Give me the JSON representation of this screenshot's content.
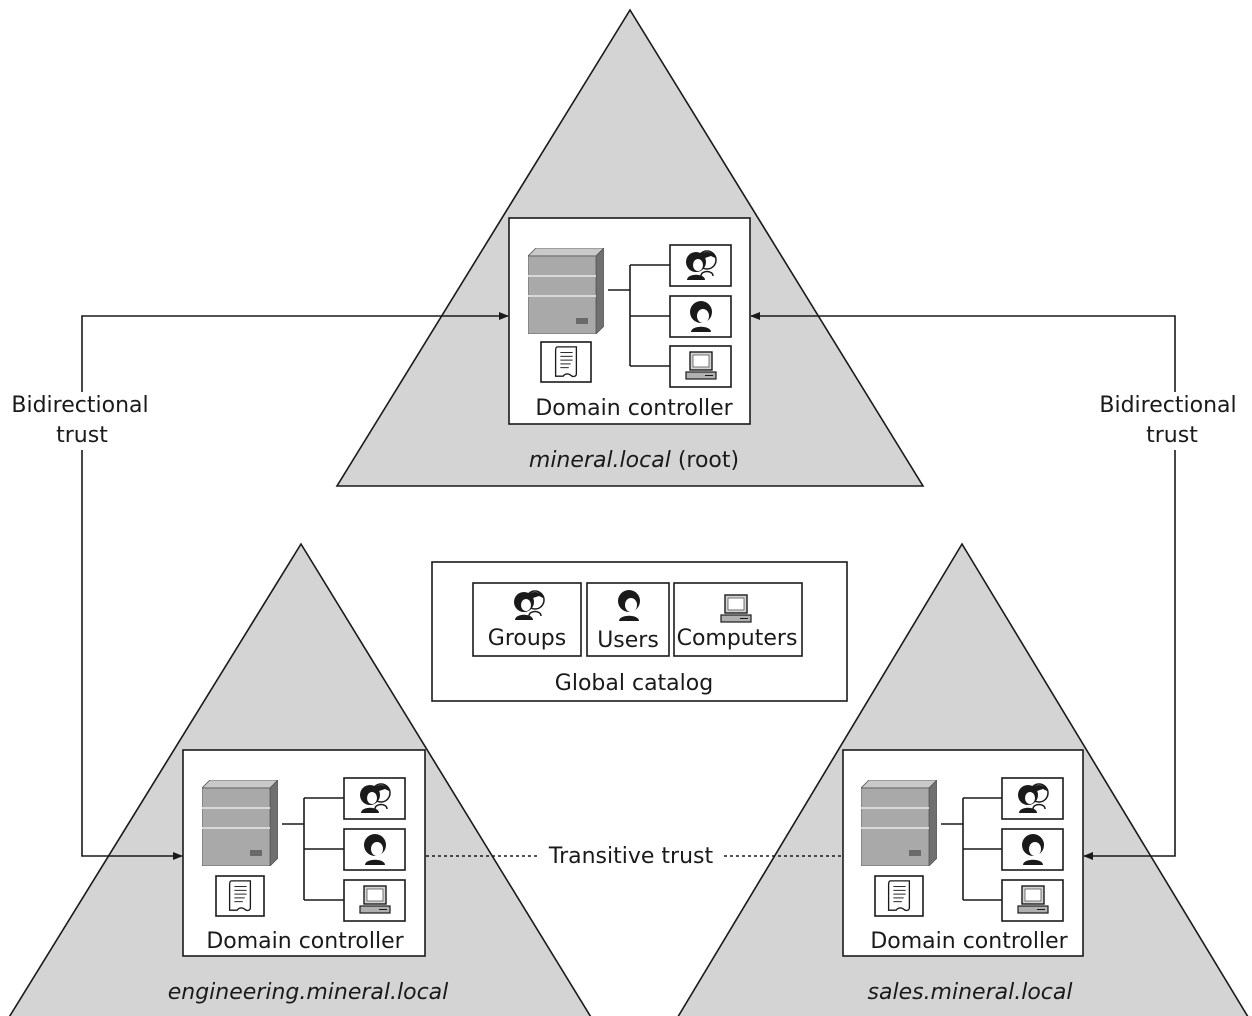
{
  "domains": {
    "root": {
      "name": "mineral.local",
      "suffix": "(root)",
      "dc_label": "Domain controller"
    },
    "engineering": {
      "name": "engineering.mineral.local",
      "dc_label": "Domain controller"
    },
    "sales": {
      "name": "sales.mineral.local",
      "dc_label": "Domain controller"
    }
  },
  "trusts": {
    "left_label_line1": "Bidirectional",
    "left_label_line2": "trust",
    "right_label_line1": "Bidirectional",
    "right_label_line2": "trust",
    "transitive_label": "Transitive trust"
  },
  "global_catalog": {
    "title": "Global catalog",
    "items": [
      "Groups",
      "Users",
      "Computers"
    ]
  },
  "colors": {
    "domain_fill": "#d4d4d4",
    "server_body": "#a9a9a9",
    "line": "#1a1a1a"
  }
}
